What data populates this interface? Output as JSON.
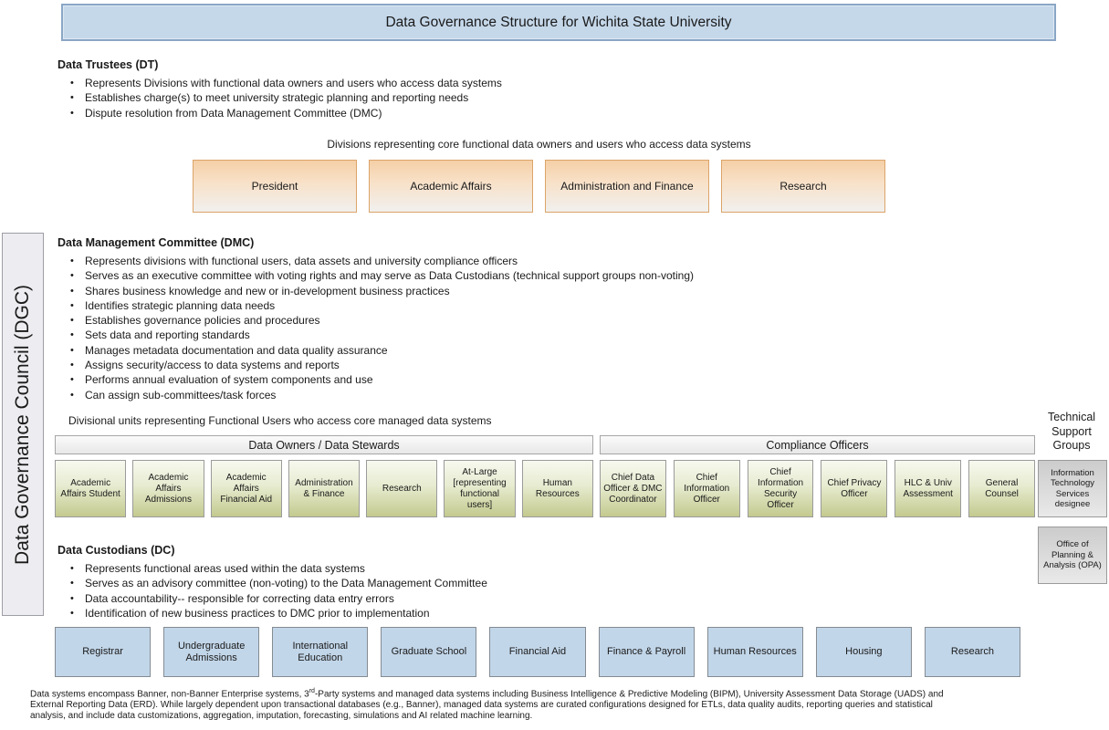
{
  "title": "Data Governance Structure for Wichita State University",
  "dgc_label": "Data Governance Council (DGC)",
  "data_trustees": {
    "heading": "Data Trustees (DT)",
    "bullets": [
      "Represents Divisions with functional data owners and users who access data systems",
      "Establishes charge(s) to meet university strategic planning and reporting needs",
      "Dispute resolution from Data Management Committee (DMC)"
    ]
  },
  "divisions": {
    "caption": "Divisions representing core functional data owners  and users who access data systems",
    "boxes": [
      "President",
      "Academic Affairs",
      "Administration and Finance",
      "Research"
    ]
  },
  "dmc": {
    "heading": "Data Management Committee (DMC)",
    "bullets": [
      "Represents divisions with functional users, data assets and university compliance officers",
      "Serves as an executive committee with voting rights and may serve as Data Custodians (technical support groups non-voting)",
      "Shares business knowledge and new or in-development business practices",
      "Identifies strategic planning data needs",
      "Establishes governance policies and procedures",
      "Sets data and reporting standards",
      "Manages metadata documentation and data quality assurance",
      "Assigns security/access to data systems and reports",
      "Performs annual evaluation of system components and use",
      "Can assign sub-committees/task forces"
    ]
  },
  "divisional_units": {
    "caption": "Divisional units representing Functional Users who access core managed data systems",
    "data_owners": {
      "header": "Data Owners / Data Stewards",
      "boxes": [
        "Academic Affairs Student",
        "Academic Affairs Admissions",
        "Academic Affairs Financial Aid",
        "Administration & Finance",
        "Research",
        "At-Large [representing functional users]",
        "Human Resources"
      ]
    },
    "compliance": {
      "header": "Compliance Officers",
      "boxes": [
        "Chief Data Officer & DMC Coordinator",
        "Chief Information Officer",
        "Chief Information Security Officer",
        "Chief Privacy Officer",
        "HLC & Univ Assessment",
        "General Counsel"
      ]
    }
  },
  "technical_support": {
    "heading": "Technical Support Groups",
    "boxes": [
      "Information Technology Services designee",
      "Office of Planning & Analysis (OPA)"
    ]
  },
  "data_custodians": {
    "heading": "Data Custodians (DC)",
    "bullets": [
      "Represents functional areas used within the data systems",
      "Serves as an advisory committee (non-voting) to the Data Management Committee",
      "Data accountability-- responsible for correcting data entry errors",
      "Identification of new business practices to DMC prior to implementation"
    ],
    "boxes": [
      "Registrar",
      "Undergraduate Admissions",
      "International Education",
      "Graduate School",
      "Financial Aid",
      "Finance & Payroll",
      "Human Resources",
      "Housing",
      "Research"
    ]
  },
  "footnote": {
    "part1": "Data systems encompass Banner, non-Banner Enterprise systems, 3",
    "sup": "rd",
    "part2": "-Party systems and managed data systems including Business Intelligence & Predictive Modeling (BIPM), University Assessment Data Storage (UADS) and External Reporting Data (ERD).  While largely dependent upon transactional databases (e.g., Banner), managed data systems are curated configurations designed for ETLs, data quality audits, reporting queries and statistical analysis, and include data customizations, aggregation, imputation, forecasting, simulations and AI related machine learning."
  },
  "colors": {
    "title_fill": "#c5d8ea",
    "title_border": "#8aa6c6",
    "division_top": "#f4cfa6",
    "division_border": "#dca469",
    "steward_bottom": "#c3ca8e",
    "custodian_fill": "#c2d6e9",
    "support_fill": "#cccccc"
  }
}
